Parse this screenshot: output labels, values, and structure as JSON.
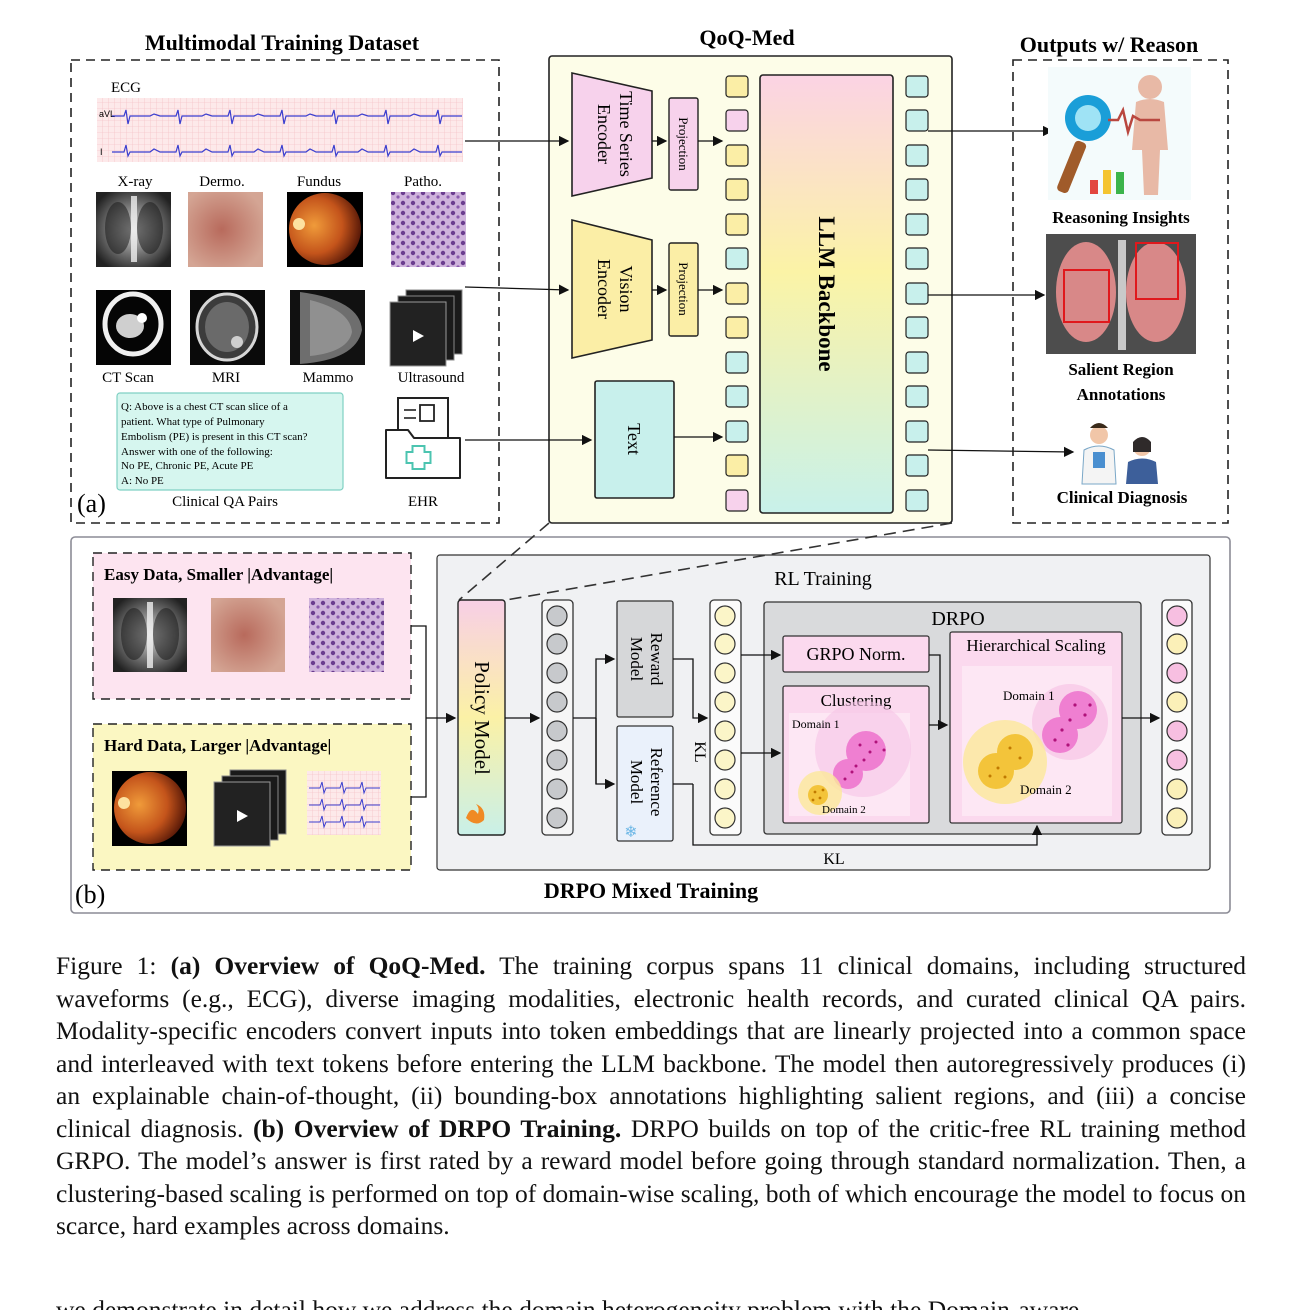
{
  "panel_a": {
    "dataset_title": "Multimodal Training Dataset",
    "model_title": "QoQ-Med",
    "outputs_title": "Outputs w/ Reason",
    "ecg_label": "ECG",
    "ecg_lead_1": "aVL",
    "ecg_lead_2": "I",
    "modalities_row1": [
      "X-ray",
      "Dermo.",
      "Fundus",
      "Patho."
    ],
    "modalities_row2": [
      "CT Scan",
      "MRI",
      "Mammo",
      "Ultrasound"
    ],
    "qa_text": [
      "Q: Above is a chest CT scan slice of a",
      "patient. What type of Pulmonary",
      "Embolism (PE) is present in this CT scan?",
      "Answer with one of the following:",
      "No PE, Chronic PE, Acute PE",
      "A: No PE"
    ],
    "qa_label": "Clinical QA Pairs",
    "ehr_label": "EHR",
    "panel_label": "(a)",
    "time_series_encoder": [
      "Time Series",
      "Encoder"
    ],
    "vision_encoder": [
      "Vision",
      "Encoder"
    ],
    "projection": "Projection",
    "text_block": "Text",
    "llm_backbone": "LLM Backbone",
    "reasoning_insights": "Reasoning Insights",
    "salient_region": [
      "Salient Region",
      "Annotations"
    ],
    "clinical_diagnosis": "Clinical Diagnosis"
  },
  "panel_b": {
    "easy_title": "Easy Data, Smaller |Advantage|",
    "hard_title": "Hard Data, Larger |Advantage|",
    "rl_training": "RL Training",
    "policy_model": "Policy Model",
    "reward_model": [
      "Reward",
      "Model"
    ],
    "reference_model": [
      "Reference",
      "Model"
    ],
    "kl": "KL",
    "drpo": "DRPO",
    "grpo_norm": "GRPO Norm.",
    "clustering": "Clustering",
    "hierarchical_scaling": "Hierarchical Scaling",
    "domain_1": "Domain 1",
    "domain_2": "Domain 2",
    "mixed_training": "DRPO Mixed Training",
    "panel_label": "(b)"
  },
  "caption": {
    "fig_label": "Figure 1:",
    "a_bold": "(a) Overview of QoQ-Med.",
    "a_text": "The training corpus spans 11 clinical domains, including structured waveforms (e.g., ECG), diverse imaging modalities, electronic health records, and curated clinical QA pairs. Modality-specific encoders convert inputs into token embeddings that are linearly projected into a common space and interleaved with text tokens before entering the LLM backbone. The model then autoregressively produces (i) an explainable chain-of-thought, (ii) bounding-box annotations highlighting salient regions, and (iii) a concise clinical diagnosis.",
    "b_bold": "(b) Overview of DRPO Training.",
    "b_text": "DRPO builds on top of the critic-free RL training method GRPO. The model’s answer is first rated by a reward model before going through standard normalization. Then, a clustering-based scaling is performed on top of domain-wise scaling, both of which encourage the model to focus on scarce, hard examples across domains."
  },
  "trailing_text": "we demonstrate in detail how we address the domain heterogeneity problem with the Domain-aware",
  "colors": {
    "pink_token": "#f7d2ec",
    "yellow_token": "#fbeea6",
    "teal_token": "#c8f0ec",
    "model_bg": "#fdfde8",
    "rl_bg": "#f0f1f3",
    "drpo_bg": "#d9dadc"
  }
}
